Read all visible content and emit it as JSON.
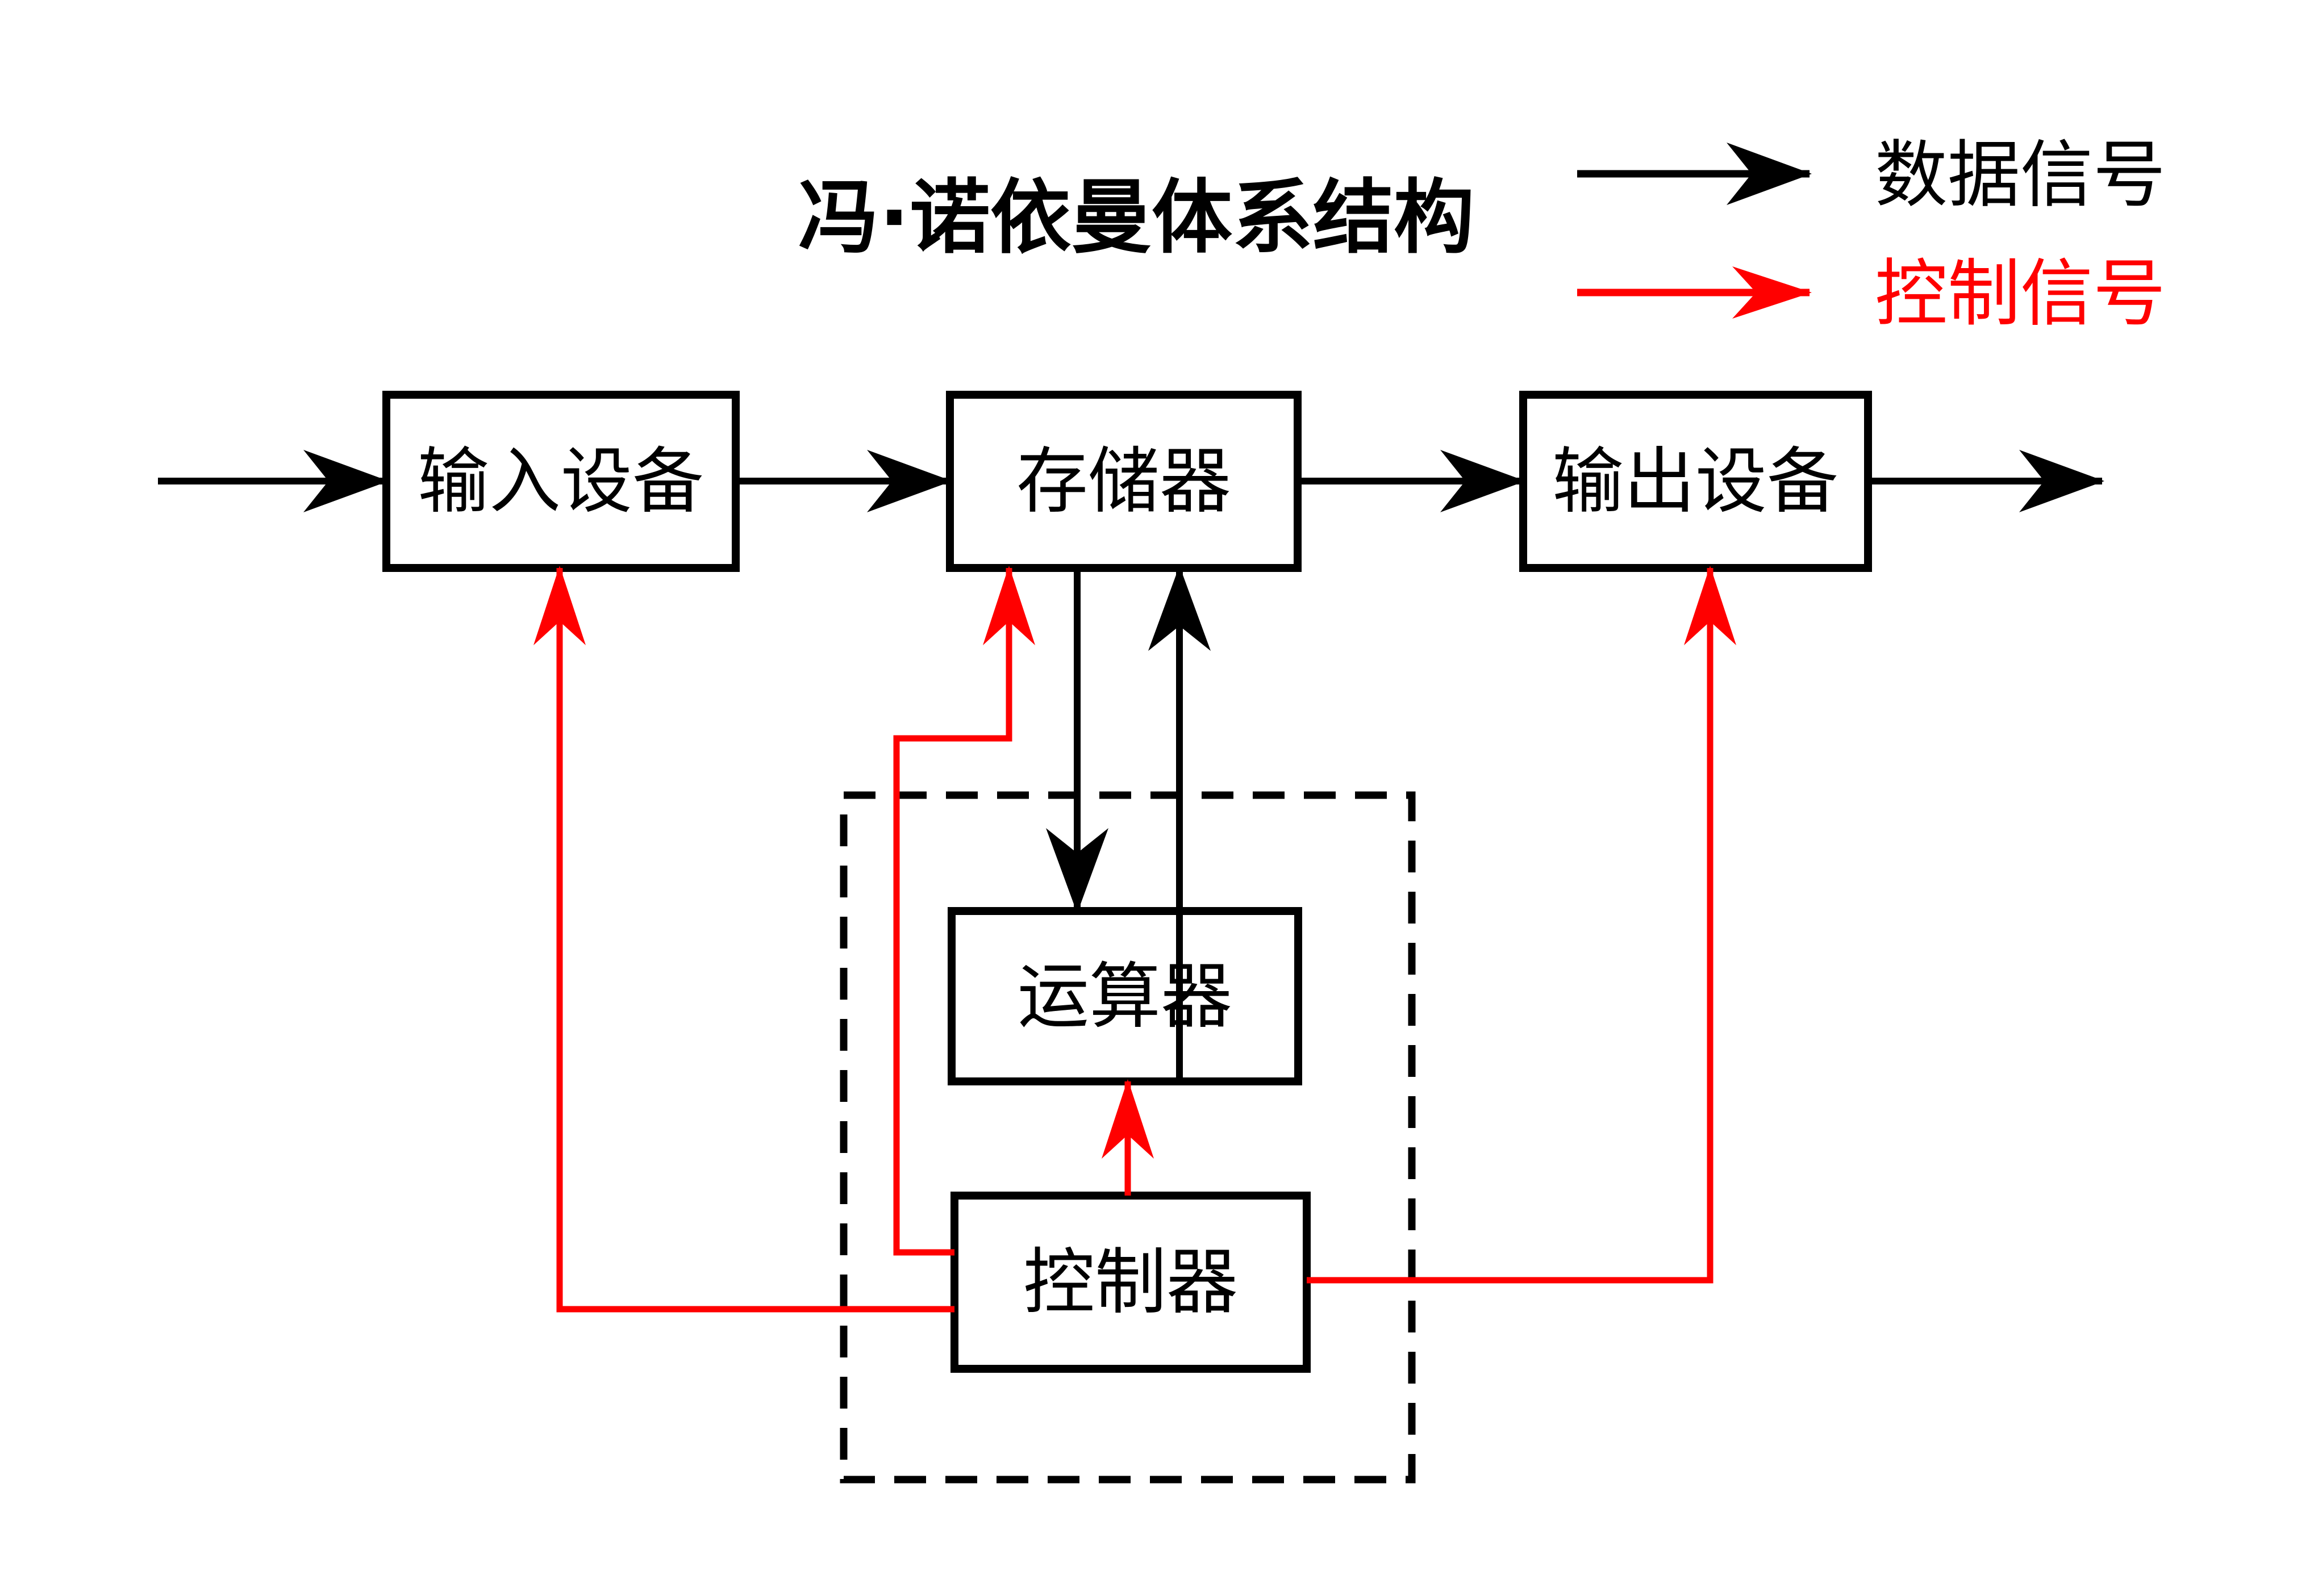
{
  "title": "冯·诺依曼体系结构",
  "legend": {
    "data_signal": {
      "label": "数据信号",
      "color": "#000000"
    },
    "control_signal": {
      "label": "控制信号",
      "color": "#ff0000"
    }
  },
  "boxes": {
    "input_device": {
      "label": "输入设备"
    },
    "memory": {
      "label": "存储器"
    },
    "output_device": {
      "label": "输出设备"
    },
    "alu": {
      "label": "运算器"
    },
    "control_unit": {
      "label": "控制器"
    }
  },
  "colors": {
    "data_signal": "#000000",
    "control_signal": "#ff0000",
    "background": "#ffffff",
    "box_fill": "#ffffff",
    "box_border": "#000000"
  }
}
